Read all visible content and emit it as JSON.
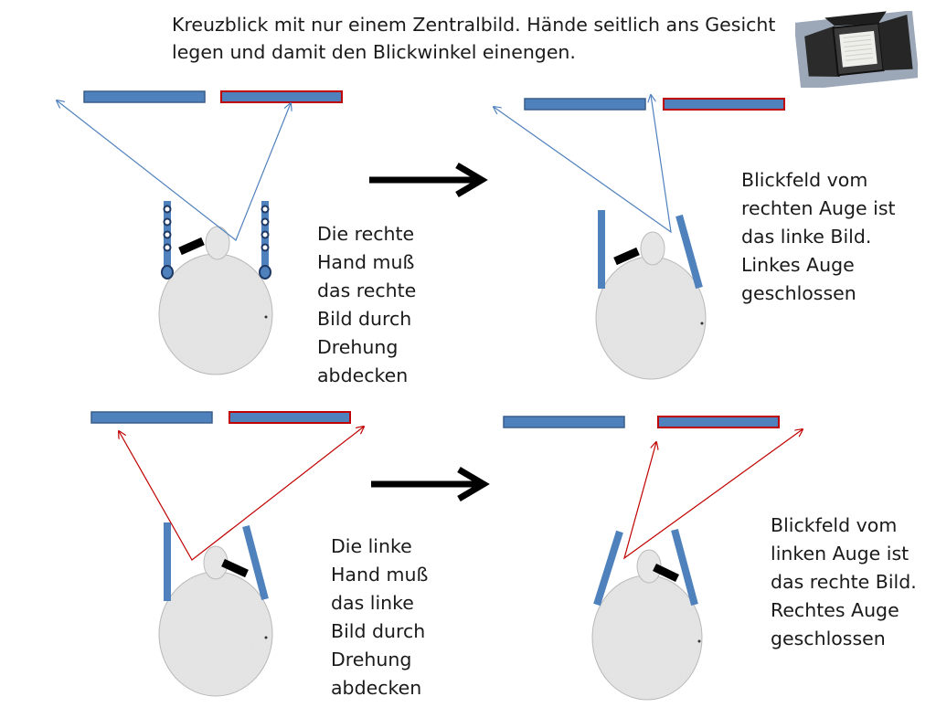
{
  "title": "Kreuzblick mit nur einem Zentralbild. Hände seitlich ans Gesicht legen und damit den Blickwinkel einengen.",
  "panels": {
    "top_left": {
      "lines": [
        "Die rechte",
        "Hand muß",
        "das rechte",
        "Bild durch",
        "Drehung",
        "abdecken"
      ]
    },
    "top_right": {
      "lines": [
        "Blickfeld vom",
        "rechten Auge ist",
        "das linke Bild.",
        "Linkes Auge",
        "geschlossen"
      ]
    },
    "bottom_left": {
      "lines": [
        "Die linke",
        "Hand muß",
        "das linke",
        "Bild durch",
        "Drehung",
        "abdecken"
      ]
    },
    "bottom_right": {
      "lines": [
        "Blickfeld vom",
        "linken Auge ist",
        "das rechte Bild.",
        "Rechtes Auge",
        "geschlossen"
      ]
    }
  },
  "colors": {
    "blue_fill": "#4f81bd",
    "blue_stroke": "#385d8a",
    "red_stroke": "#c00000",
    "sight_line_blue": "#4f81bd",
    "sight_line_red": "#c00000",
    "head_fill": "#e6e6e6",
    "arrow": "#000000"
  }
}
